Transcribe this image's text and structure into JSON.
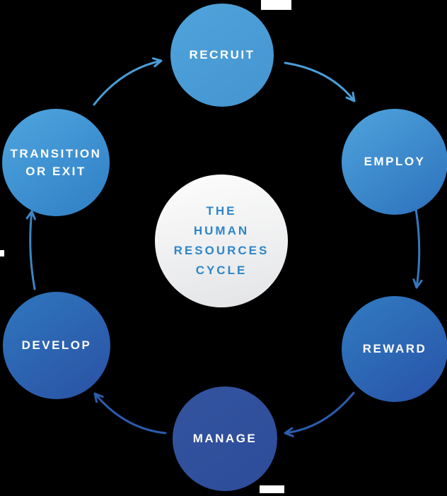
{
  "diagram": {
    "background_color": "#000000",
    "label_color": "#FFFFFF",
    "center": {
      "lines": [
        "THE",
        "HUMAN",
        "RESOURCES",
        "CYCLE"
      ],
      "text_color": "#2E86C8",
      "gradient": [
        "#FDFDFD",
        "#E3E4E6"
      ]
    },
    "stages": [
      {
        "id": "recruit",
        "label": "RECRUIT",
        "gradient": [
          "#4FA3DB",
          "#4595D0"
        ]
      },
      {
        "id": "employ",
        "label": "EMPLOY",
        "gradient": [
          "#4FA4DC",
          "#2C70BC"
        ]
      },
      {
        "id": "reward",
        "label": "REWARD",
        "gradient": [
          "#317CC1",
          "#2852A8"
        ]
      },
      {
        "id": "manage",
        "label": "MANAGE",
        "gradient": [
          "#33549F",
          "#2D4C9A"
        ]
      },
      {
        "id": "develop",
        "label": "DEVELOP",
        "gradient": [
          "#2F77BF",
          "#2A51A3"
        ]
      },
      {
        "id": "transition",
        "label": "TRANSITION OR EXIT",
        "gradient": [
          "#4FA6DE",
          "#2F7EC5"
        ]
      }
    ],
    "arrows": [
      {
        "id": "transition-to-recruit",
        "color": "#4A9DD7"
      },
      {
        "id": "recruit-to-employ",
        "color": "#4A9DD7"
      },
      {
        "id": "employ-to-reward",
        "color": "#3379C1"
      },
      {
        "id": "reward-to-manage",
        "color": "#2B5CAE"
      },
      {
        "id": "manage-to-develop",
        "color": "#2B5CAE"
      },
      {
        "id": "develop-to-transition",
        "color": "#3D85C5"
      }
    ]
  }
}
